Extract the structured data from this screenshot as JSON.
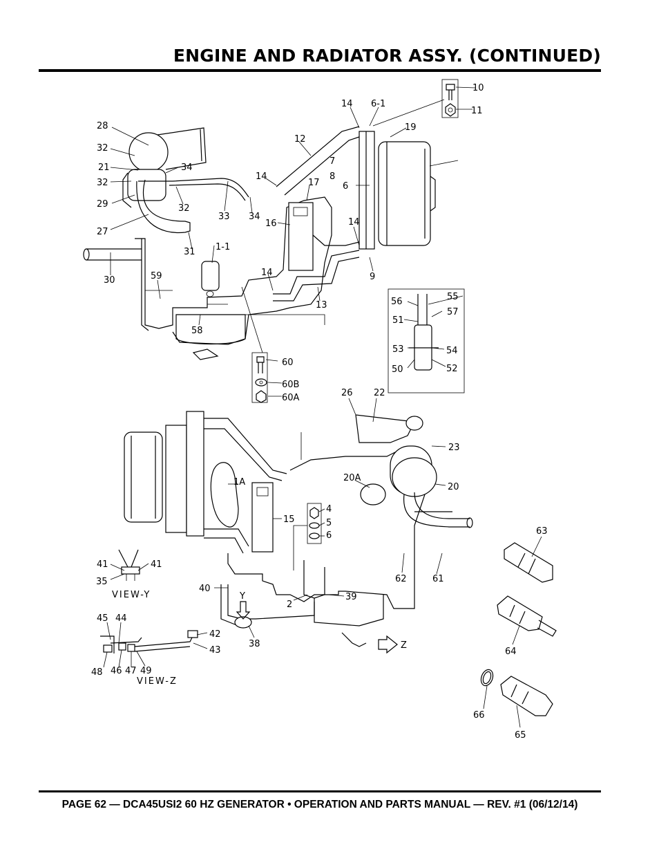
{
  "header": {
    "title": "ENGINE AND RADIATOR ASSY. (CONTINUED)"
  },
  "footer": {
    "text": "PAGE 62 — DCA45USI2 60 HZ GENERATOR • OPERATION AND PARTS MANUAL — REV. #1 (06/12/14)"
  },
  "diagram": {
    "callouts": [
      "10",
      "11",
      "14",
      "6-1",
      "19",
      "28",
      "12",
      "32",
      "21",
      "34",
      "7",
      "8",
      "6",
      "14",
      "17",
      "32",
      "29",
      "32",
      "33",
      "34",
      "16",
      "27",
      "14",
      "31",
      "1-1",
      "30",
      "59",
      "14",
      "9",
      "13",
      "58",
      "56",
      "55",
      "51",
      "57",
      "53",
      "54",
      "50",
      "52",
      "60",
      "60B",
      "60A",
      "26",
      "22",
      "23",
      "1A",
      "20A",
      "20",
      "15",
      "4",
      "5",
      "6",
      "63",
      "41",
      "41",
      "35",
      "62",
      "61",
      "40",
      "2",
      "39",
      "38",
      "45",
      "44",
      "42",
      "43",
      "48",
      "46",
      "47",
      "49",
      "64",
      "66",
      "65"
    ],
    "captions": [
      "VIEW-Y",
      "VIEW-Z"
    ],
    "arrow_labels": [
      "Y",
      "Z"
    ]
  }
}
